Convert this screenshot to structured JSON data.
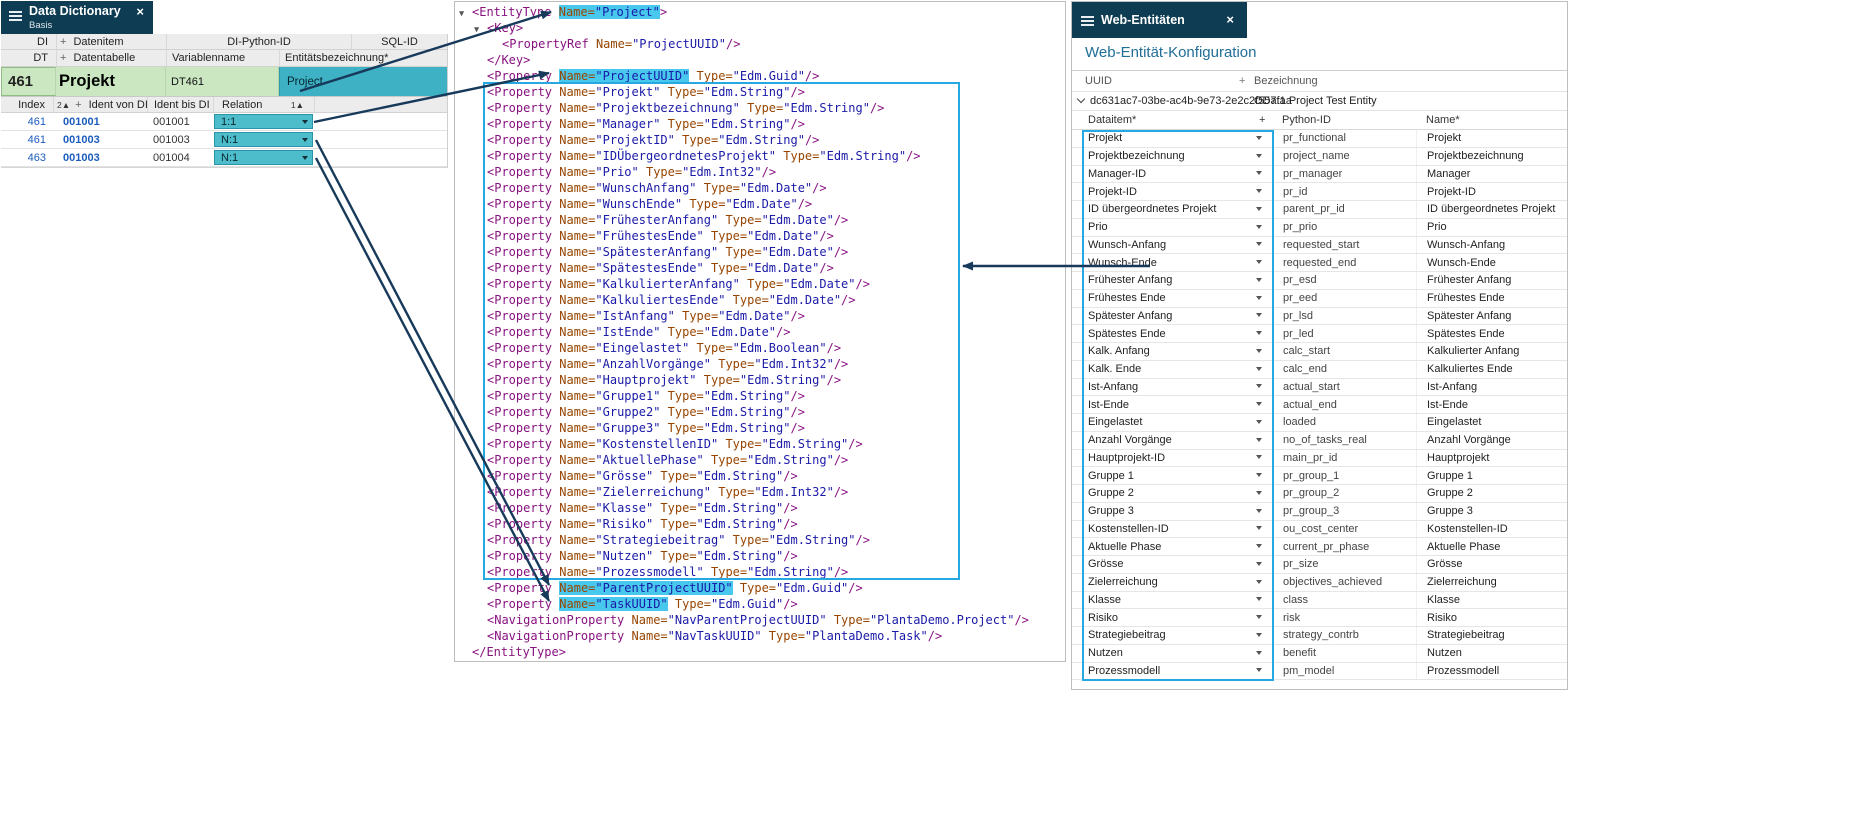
{
  "icons": {
    "close": "×",
    "plus": "+",
    "tree_expanded": "▼",
    "sort_asc": "▲"
  },
  "colors": {
    "titlebar": "#0e3c53",
    "accent_cyan_border": "#25a9e0",
    "highlight_cyan": "#47c8ec",
    "teal_cell": "#3eb1c4",
    "teal_dropdown": "#4dbccb",
    "row_green": "#cbe7c2",
    "link_blue": "#1b5cbe",
    "arrow_navy": "#17395a",
    "xml_tag": "#881280",
    "xml_attr": "#994500",
    "xml_value": "#1a1aa8"
  },
  "data_dictionary": {
    "title": "Data Dictionary",
    "subtitle": "Basis",
    "header_di": {
      "di": "DI",
      "datenitem": "Datenitem",
      "python_id": "DI-Python-ID",
      "sql_id": "SQL-ID"
    },
    "header_dt": {
      "dt": "DT",
      "datentabelle": "Datentabelle",
      "variablenname": "Variablenname",
      "entitaetsbezeichnung": "Entitätsbezeichnung*"
    },
    "record": {
      "di": "461",
      "datenitem": "Projekt",
      "python_id": "DT461",
      "entity_name": "Project"
    },
    "relations_header": {
      "index": "Index",
      "sort_index": "2▲",
      "ident_von": "Ident von DI",
      "ident_bis": "Ident bis DI",
      "relation": "Relation",
      "sort_relation": "1▲"
    },
    "relations": [
      {
        "index": "461",
        "ident_von": "001001",
        "ident_bis": "001001",
        "relation": "1:1"
      },
      {
        "index": "461",
        "ident_von": "001003",
        "ident_bis": "001003",
        "relation": "N:1"
      },
      {
        "index": "463",
        "ident_von": "001003",
        "ident_bis": "001004",
        "relation": "N:1"
      }
    ]
  },
  "xml_metadata": {
    "lines": [
      {
        "indent": 0,
        "tree": true,
        "tag": "EntityType",
        "attrs": [
          [
            "Name",
            "Project"
          ]
        ],
        "end": ">",
        "hl": true
      },
      {
        "indent": 1,
        "tree": true,
        "tag": "Key",
        "attrs": [],
        "end": ">"
      },
      {
        "indent": 2,
        "tag": "PropertyRef",
        "attrs": [
          [
            "Name",
            "ProjectUUID"
          ]
        ],
        "end": "/>"
      },
      {
        "indent": 1,
        "close": "Key"
      },
      {
        "indent": 1,
        "tag": "Property",
        "attrs": [
          [
            "Name",
            "ProjectUUID"
          ],
          [
            "Type",
            "Edm.Guid"
          ]
        ],
        "end": "/>",
        "hl": true
      },
      {
        "indent": 1,
        "tag": "Property",
        "attrs": [
          [
            "Name",
            "Projekt"
          ],
          [
            "Type",
            "Edm.String"
          ]
        ],
        "end": "/>",
        "box": true
      },
      {
        "indent": 1,
        "tag": "Property",
        "attrs": [
          [
            "Name",
            "Projektbezeichnung"
          ],
          [
            "Type",
            "Edm.String"
          ]
        ],
        "end": "/>",
        "box": true
      },
      {
        "indent": 1,
        "tag": "Property",
        "attrs": [
          [
            "Name",
            "Manager"
          ],
          [
            "Type",
            "Edm.String"
          ]
        ],
        "end": "/>",
        "box": true
      },
      {
        "indent": 1,
        "tag": "Property",
        "attrs": [
          [
            "Name",
            "ProjektID"
          ],
          [
            "Type",
            "Edm.String"
          ]
        ],
        "end": "/>",
        "box": true
      },
      {
        "indent": 1,
        "tag": "Property",
        "attrs": [
          [
            "Name",
            "IDÜbergeordnetesProjekt"
          ],
          [
            "Type",
            "Edm.String"
          ]
        ],
        "end": "/>",
        "box": true
      },
      {
        "indent": 1,
        "tag": "Property",
        "attrs": [
          [
            "Name",
            "Prio"
          ],
          [
            "Type",
            "Edm.Int32"
          ]
        ],
        "end": "/>",
        "box": true
      },
      {
        "indent": 1,
        "tag": "Property",
        "attrs": [
          [
            "Name",
            "WunschAnfang"
          ],
          [
            "Type",
            "Edm.Date"
          ]
        ],
        "end": "/>",
        "box": true
      },
      {
        "indent": 1,
        "tag": "Property",
        "attrs": [
          [
            "Name",
            "WunschEnde"
          ],
          [
            "Type",
            "Edm.Date"
          ]
        ],
        "end": "/>",
        "box": true
      },
      {
        "indent": 1,
        "tag": "Property",
        "attrs": [
          [
            "Name",
            "FrühesterAnfang"
          ],
          [
            "Type",
            "Edm.Date"
          ]
        ],
        "end": "/>",
        "box": true
      },
      {
        "indent": 1,
        "tag": "Property",
        "attrs": [
          [
            "Name",
            "FrühestesEnde"
          ],
          [
            "Type",
            "Edm.Date"
          ]
        ],
        "end": "/>",
        "box": true
      },
      {
        "indent": 1,
        "tag": "Property",
        "attrs": [
          [
            "Name",
            "SpätesterAnfang"
          ],
          [
            "Type",
            "Edm.Date"
          ]
        ],
        "end": "/>",
        "box": true
      },
      {
        "indent": 1,
        "tag": "Property",
        "attrs": [
          [
            "Name",
            "SpätestesEnde"
          ],
          [
            "Type",
            "Edm.Date"
          ]
        ],
        "end": "/>",
        "box": true
      },
      {
        "indent": 1,
        "tag": "Property",
        "attrs": [
          [
            "Name",
            "KalkulierterAnfang"
          ],
          [
            "Type",
            "Edm.Date"
          ]
        ],
        "end": "/>",
        "box": true
      },
      {
        "indent": 1,
        "tag": "Property",
        "attrs": [
          [
            "Name",
            "KalkuliertesEnde"
          ],
          [
            "Type",
            "Edm.Date"
          ]
        ],
        "end": "/>",
        "box": true
      },
      {
        "indent": 1,
        "tag": "Property",
        "attrs": [
          [
            "Name",
            "IstAnfang"
          ],
          [
            "Type",
            "Edm.Date"
          ]
        ],
        "end": "/>",
        "box": true
      },
      {
        "indent": 1,
        "tag": "Property",
        "attrs": [
          [
            "Name",
            "IstEnde"
          ],
          [
            "Type",
            "Edm.Date"
          ]
        ],
        "end": "/>",
        "box": true
      },
      {
        "indent": 1,
        "tag": "Property",
        "attrs": [
          [
            "Name",
            "Eingelastet"
          ],
          [
            "Type",
            "Edm.Boolean"
          ]
        ],
        "end": "/>",
        "box": true
      },
      {
        "indent": 1,
        "tag": "Property",
        "attrs": [
          [
            "Name",
            "AnzahlVorgänge"
          ],
          [
            "Type",
            "Edm.Int32"
          ]
        ],
        "end": "/>",
        "box": true
      },
      {
        "indent": 1,
        "tag": "Property",
        "attrs": [
          [
            "Name",
            "Hauptprojekt"
          ],
          [
            "Type",
            "Edm.String"
          ]
        ],
        "end": "/>",
        "box": true
      },
      {
        "indent": 1,
        "tag": "Property",
        "attrs": [
          [
            "Name",
            "Gruppe1"
          ],
          [
            "Type",
            "Edm.String"
          ]
        ],
        "end": "/>",
        "box": true
      },
      {
        "indent": 1,
        "tag": "Property",
        "attrs": [
          [
            "Name",
            "Gruppe2"
          ],
          [
            "Type",
            "Edm.String"
          ]
        ],
        "end": "/>",
        "box": true
      },
      {
        "indent": 1,
        "tag": "Property",
        "attrs": [
          [
            "Name",
            "Gruppe3"
          ],
          [
            "Type",
            "Edm.String"
          ]
        ],
        "end": "/>",
        "box": true
      },
      {
        "indent": 1,
        "tag": "Property",
        "attrs": [
          [
            "Name",
            "KostenstellenID"
          ],
          [
            "Type",
            "Edm.String"
          ]
        ],
        "end": "/>",
        "box": true
      },
      {
        "indent": 1,
        "tag": "Property",
        "attrs": [
          [
            "Name",
            "AktuellePhase"
          ],
          [
            "Type",
            "Edm.String"
          ]
        ],
        "end": "/>",
        "box": true
      },
      {
        "indent": 1,
        "tag": "Property",
        "attrs": [
          [
            "Name",
            "Grösse"
          ],
          [
            "Type",
            "Edm.String"
          ]
        ],
        "end": "/>",
        "box": true
      },
      {
        "indent": 1,
        "tag": "Property",
        "attrs": [
          [
            "Name",
            "Zielerreichung"
          ],
          [
            "Type",
            "Edm.Int32"
          ]
        ],
        "end": "/>",
        "box": true
      },
      {
        "indent": 1,
        "tag": "Property",
        "attrs": [
          [
            "Name",
            "Klasse"
          ],
          [
            "Type",
            "Edm.String"
          ]
        ],
        "end": "/>",
        "box": true
      },
      {
        "indent": 1,
        "tag": "Property",
        "attrs": [
          [
            "Name",
            "Risiko"
          ],
          [
            "Type",
            "Edm.String"
          ]
        ],
        "end": "/>",
        "box": true
      },
      {
        "indent": 1,
        "tag": "Property",
        "attrs": [
          [
            "Name",
            "Strategiebeitrag"
          ],
          [
            "Type",
            "Edm.String"
          ]
        ],
        "end": "/>",
        "box": true
      },
      {
        "indent": 1,
        "tag": "Property",
        "attrs": [
          [
            "Name",
            "Nutzen"
          ],
          [
            "Type",
            "Edm.String"
          ]
        ],
        "end": "/>",
        "box": true
      },
      {
        "indent": 1,
        "tag": "Property",
        "attrs": [
          [
            "Name",
            "Prozessmodell"
          ],
          [
            "Type",
            "Edm.String"
          ]
        ],
        "end": "/>",
        "box": true
      },
      {
        "indent": 1,
        "tag": "Property",
        "attrs": [
          [
            "Name",
            "ParentProjectUUID"
          ],
          [
            "Type",
            "Edm.Guid"
          ]
        ],
        "end": "/>",
        "hl": true
      },
      {
        "indent": 1,
        "tag": "Property",
        "attrs": [
          [
            "Name",
            "TaskUUID"
          ],
          [
            "Type",
            "Edm.Guid"
          ]
        ],
        "end": "/>",
        "hl": true
      },
      {
        "indent": 1,
        "tag": "NavigationProperty",
        "attrs": [
          [
            "Name",
            "NavParentProjectUUID"
          ],
          [
            "Type",
            "PlantaDemo.Project"
          ]
        ],
        "end": "/>"
      },
      {
        "indent": 1,
        "tag": "NavigationProperty",
        "attrs": [
          [
            "Name",
            "NavTaskUUID"
          ],
          [
            "Type",
            "PlantaDemo.Task"
          ]
        ],
        "end": "/>"
      },
      {
        "indent": 0,
        "close": "EntityType"
      }
    ]
  },
  "web_entities": {
    "title": "Web-Entitäten",
    "heading": "Web-Entität-Konfiguration",
    "uuid_label": "UUID",
    "bezeichnung_label": "Bezeichnung",
    "entity": {
      "uuid": "dc631ac7-03be-ac4b-9e73-2e2c2f557f1a",
      "bezeichnung": "OData Project Test Entity"
    },
    "columns": {
      "dataitem": "Dataitem*",
      "python_id": "Python-ID",
      "name": "Name*"
    },
    "rows": [
      {
        "dataitem": "Projekt",
        "python_id": "pr_functional",
        "name": "Projekt"
      },
      {
        "dataitem": "Projektbezeichnung",
        "python_id": "project_name",
        "name": "Projektbezeichnung"
      },
      {
        "dataitem": "Manager-ID",
        "python_id": "pr_manager",
        "name": "Manager"
      },
      {
        "dataitem": "Projekt-ID",
        "python_id": "pr_id",
        "name": "Projekt-ID"
      },
      {
        "dataitem": "ID übergeordnetes Projekt",
        "python_id": "parent_pr_id",
        "name": "ID übergeordnetes Projekt"
      },
      {
        "dataitem": "Prio",
        "python_id": "pr_prio",
        "name": "Prio"
      },
      {
        "dataitem": "Wunsch-Anfang",
        "python_id": "requested_start",
        "name": "Wunsch-Anfang"
      },
      {
        "dataitem": "Wunsch-Ende",
        "python_id": "requested_end",
        "name": "Wunsch-Ende"
      },
      {
        "dataitem": "Frühester Anfang",
        "python_id": "pr_esd",
        "name": "Frühester Anfang"
      },
      {
        "dataitem": "Frühestes Ende",
        "python_id": "pr_eed",
        "name": "Frühestes Ende"
      },
      {
        "dataitem": "Spätester Anfang",
        "python_id": "pr_lsd",
        "name": "Spätester Anfang"
      },
      {
        "dataitem": "Spätestes Ende",
        "python_id": "pr_led",
        "name": "Spätestes Ende"
      },
      {
        "dataitem": "Kalk. Anfang",
        "python_id": "calc_start",
        "name": "Kalkulierter Anfang"
      },
      {
        "dataitem": "Kalk. Ende",
        "python_id": "calc_end",
        "name": "Kalkuliertes Ende"
      },
      {
        "dataitem": "Ist-Anfang",
        "python_id": "actual_start",
        "name": "Ist-Anfang"
      },
      {
        "dataitem": "Ist-Ende",
        "python_id": "actual_end",
        "name": "Ist-Ende"
      },
      {
        "dataitem": "Eingelastet",
        "python_id": "loaded",
        "name": "Eingelastet"
      },
      {
        "dataitem": "Anzahl Vorgänge",
        "python_id": "no_of_tasks_real",
        "name": "Anzahl Vorgänge"
      },
      {
        "dataitem": "Hauptprojekt-ID",
        "python_id": "main_pr_id",
        "name": "Hauptprojekt"
      },
      {
        "dataitem": "Gruppe 1",
        "python_id": "pr_group_1",
        "name": "Gruppe 1"
      },
      {
        "dataitem": "Gruppe 2",
        "python_id": "pr_group_2",
        "name": "Gruppe 2"
      },
      {
        "dataitem": "Gruppe 3",
        "python_id": "pr_group_3",
        "name": "Gruppe 3"
      },
      {
        "dataitem": "Kostenstellen-ID",
        "python_id": "ou_cost_center",
        "name": "Kostenstellen-ID"
      },
      {
        "dataitem": "Aktuelle Phase",
        "python_id": "current_pr_phase",
        "name": "Aktuelle Phase"
      },
      {
        "dataitem": "Grösse",
        "python_id": "pr_size",
        "name": "Grösse"
      },
      {
        "dataitem": "Zielerreichung",
        "python_id": "objectives_achieved",
        "name": "Zielerreichung"
      },
      {
        "dataitem": "Klasse",
        "python_id": "class",
        "name": "Klasse"
      },
      {
        "dataitem": "Risiko",
        "python_id": "risk",
        "name": "Risiko"
      },
      {
        "dataitem": "Strategiebeitrag",
        "python_id": "strategy_contrb",
        "name": "Strategiebeitrag"
      },
      {
        "dataitem": "Nutzen",
        "python_id": "benefit",
        "name": "Nutzen"
      },
      {
        "dataitem": "Prozessmodell",
        "python_id": "pm_model",
        "name": "Prozessmodell"
      }
    ]
  }
}
